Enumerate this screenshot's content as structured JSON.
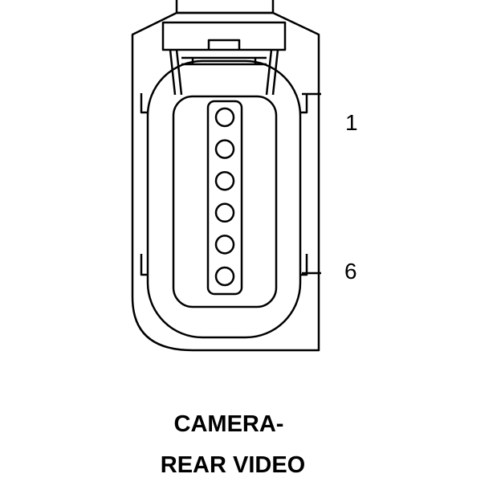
{
  "diagram": {
    "pin_labels": {
      "first": "1",
      "last": "6"
    },
    "pins": [
      "pin-1",
      "pin-2",
      "pin-3",
      "pin-4",
      "pin-5",
      "pin-6"
    ],
    "caption": {
      "line1": "CAMERA-",
      "line2": "REAR VIDEO"
    },
    "colors": {
      "stroke": "#000000",
      "background": "#ffffff"
    }
  }
}
